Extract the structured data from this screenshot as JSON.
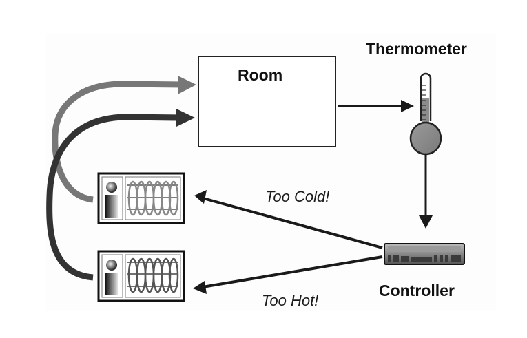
{
  "title": "Thermostat feedback control loop",
  "labels": {
    "room": "Room",
    "thermometer": "Thermometer",
    "controller": "Controller",
    "too_cold": "Too Cold!",
    "too_hot": "Too Hot!"
  },
  "nodes": [
    {
      "id": "room",
      "label": "Room",
      "kind": "box"
    },
    {
      "id": "thermometer",
      "label": "Thermometer",
      "kind": "thermometer-icon"
    },
    {
      "id": "controller",
      "label": "Controller",
      "kind": "controller-device-icon"
    },
    {
      "id": "heater",
      "label": "",
      "kind": "heater-unit-icon"
    },
    {
      "id": "cooler",
      "label": "",
      "kind": "cooler-unit-icon"
    }
  ],
  "edges": [
    {
      "from": "room",
      "to": "thermometer",
      "label": ""
    },
    {
      "from": "thermometer",
      "to": "controller",
      "label": ""
    },
    {
      "from": "controller",
      "to": "heater",
      "label": "Too Cold!"
    },
    {
      "from": "controller",
      "to": "cooler",
      "label": "Too Hot!"
    },
    {
      "from": "heater",
      "to": "room",
      "label": ""
    },
    {
      "from": "cooler",
      "to": "room",
      "label": ""
    }
  ],
  "colors": {
    "heater_arrow": "#777777",
    "cooler_arrow": "#333333",
    "line": "#1a1a1a",
    "thermometer_fill": "#8c8c8c"
  }
}
